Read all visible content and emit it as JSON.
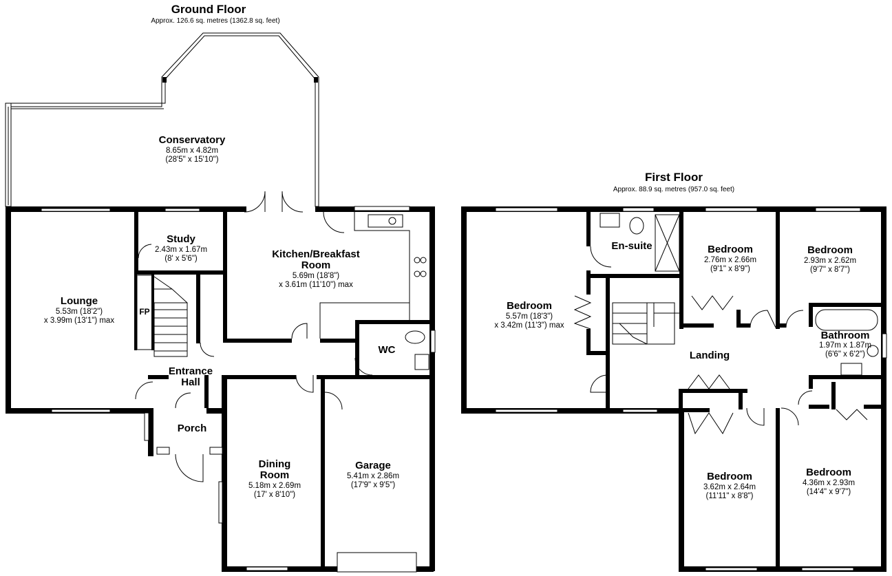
{
  "ground_floor": {
    "title": "Ground Floor",
    "area": "Approx. 126.6 sq. metres (1362.8 sq. feet)",
    "rooms": {
      "conservatory": {
        "name": "Conservatory",
        "dim1": "8.65m x 4.82m",
        "dim2": "(28'5\" x 15'10\")"
      },
      "study": {
        "name": "Study",
        "dim1": "2.43m x 1.67m",
        "dim2": "(8' x 5'6\")"
      },
      "kitchen": {
        "name1": "Kitchen/Breakfast",
        "name2": "Room",
        "dim1": "5.69m (18'8\")",
        "dim2": "x 3.61m (11'10\") max"
      },
      "lounge": {
        "name": "Lounge",
        "dim1": "5.53m (18'2\")",
        "dim2": "x 3.99m (13'1\") max"
      },
      "fp": {
        "name": "FP"
      },
      "wc": {
        "name": "WC"
      },
      "entrance_hall": {
        "name1": "Entrance",
        "name2": "Hall"
      },
      "porch": {
        "name": "Porch"
      },
      "dining": {
        "name1": "Dining",
        "name2": "Room",
        "dim1": "5.18m x 2.69m",
        "dim2": "(17' x 8'10\")"
      },
      "garage": {
        "name": "Garage",
        "dim1": "5.41m x 2.86m",
        "dim2": "(17'9\" x 9'5\")"
      }
    }
  },
  "first_floor": {
    "title": "First Floor",
    "area": "Approx. 88.9 sq. metres (957.0 sq. feet)",
    "rooms": {
      "bedroom_left": {
        "name": "Bedroom",
        "dim1": "5.57m (18'3\")",
        "dim2": "x 3.42m (11'3\") max"
      },
      "ensuite": {
        "name": "En-suite"
      },
      "bedroom_mid": {
        "name": "Bedroom",
        "dim1": "2.76m x 2.66m",
        "dim2": "(9'1\" x 8'9\")"
      },
      "bedroom_right": {
        "name": "Bedroom",
        "dim1": "2.93m x 2.62m",
        "dim2": "(9'7\" x 8'7\")"
      },
      "bathroom": {
        "name": "Bathroom",
        "dim1": "1.97m x 1.87m",
        "dim2": "(6'6\" x 6'2\")"
      },
      "landing": {
        "name": "Landing"
      },
      "bedroom_bottom_mid": {
        "name": "Bedroom",
        "dim1": "3.62m x 2.64m",
        "dim2": "(11'11\" x 8'8\")"
      },
      "bedroom_bottom_right": {
        "name": "Bedroom",
        "dim1": "4.36m x 2.93m",
        "dim2": "(14'4\" x 9'7\")"
      }
    }
  }
}
